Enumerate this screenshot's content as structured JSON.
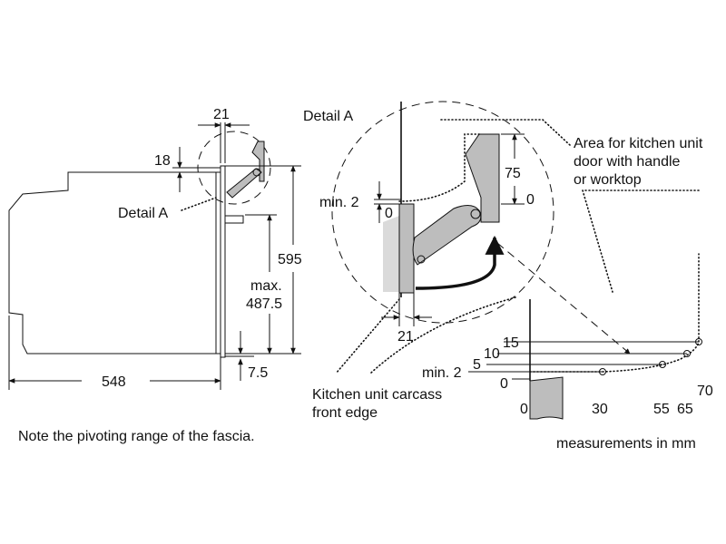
{
  "left_view": {
    "dim_top": "21",
    "dim_gap": "18",
    "detail_label": "Detail A",
    "dim_height": "595",
    "dim_max_label": "max.",
    "dim_max_value": "487.5",
    "dim_bottom": "7.5",
    "dim_depth": "548"
  },
  "detail_view": {
    "title": "Detail A",
    "dim_min_label": "min. 2",
    "dim_zero_a": "0",
    "dim_75": "75",
    "dim_zero_b": "0",
    "dim_21": "21"
  },
  "annotations": {
    "area_line1": "Area for kitchen unit",
    "area_line2": "door with handle",
    "area_line3": "or worktop",
    "carcass_line1": "Kitchen unit carcass",
    "carcass_line2": "front edge"
  },
  "graph": {
    "y_labels": [
      "15",
      "10",
      "5",
      "min. 2",
      "0"
    ],
    "x_labels": [
      "0",
      "30",
      "55",
      "65",
      "70"
    ]
  },
  "footer": {
    "note": "Note the pivoting range of the fascia.",
    "units": "measurements in mm"
  }
}
